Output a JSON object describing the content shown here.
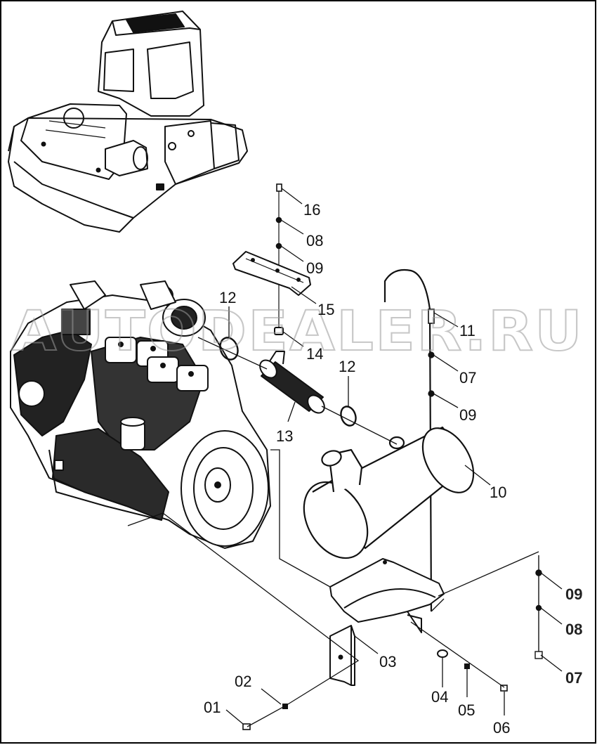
{
  "watermark": "AUTODEALER.RU",
  "callouts": [
    {
      "id": "c16",
      "label": "16"
    },
    {
      "id": "c08a",
      "label": "08"
    },
    {
      "id": "c09a",
      "label": "09"
    },
    {
      "id": "c15",
      "label": "15"
    },
    {
      "id": "c12a",
      "label": "12"
    },
    {
      "id": "c11",
      "label": "11"
    },
    {
      "id": "c14",
      "label": "14"
    },
    {
      "id": "c12b",
      "label": "12"
    },
    {
      "id": "c07a",
      "label": "07"
    },
    {
      "id": "c13",
      "label": "13"
    },
    {
      "id": "c09b",
      "label": "09"
    },
    {
      "id": "c10",
      "label": "10"
    },
    {
      "id": "c09c",
      "label": "09"
    },
    {
      "id": "c08b",
      "label": "08"
    },
    {
      "id": "c03",
      "label": "03"
    },
    {
      "id": "c07b",
      "label": "07"
    },
    {
      "id": "c02",
      "label": "02"
    },
    {
      "id": "c04",
      "label": "04"
    },
    {
      "id": "c05",
      "label": "05"
    },
    {
      "id": "c01",
      "label": "01"
    },
    {
      "id": "c06",
      "label": "06"
    }
  ]
}
